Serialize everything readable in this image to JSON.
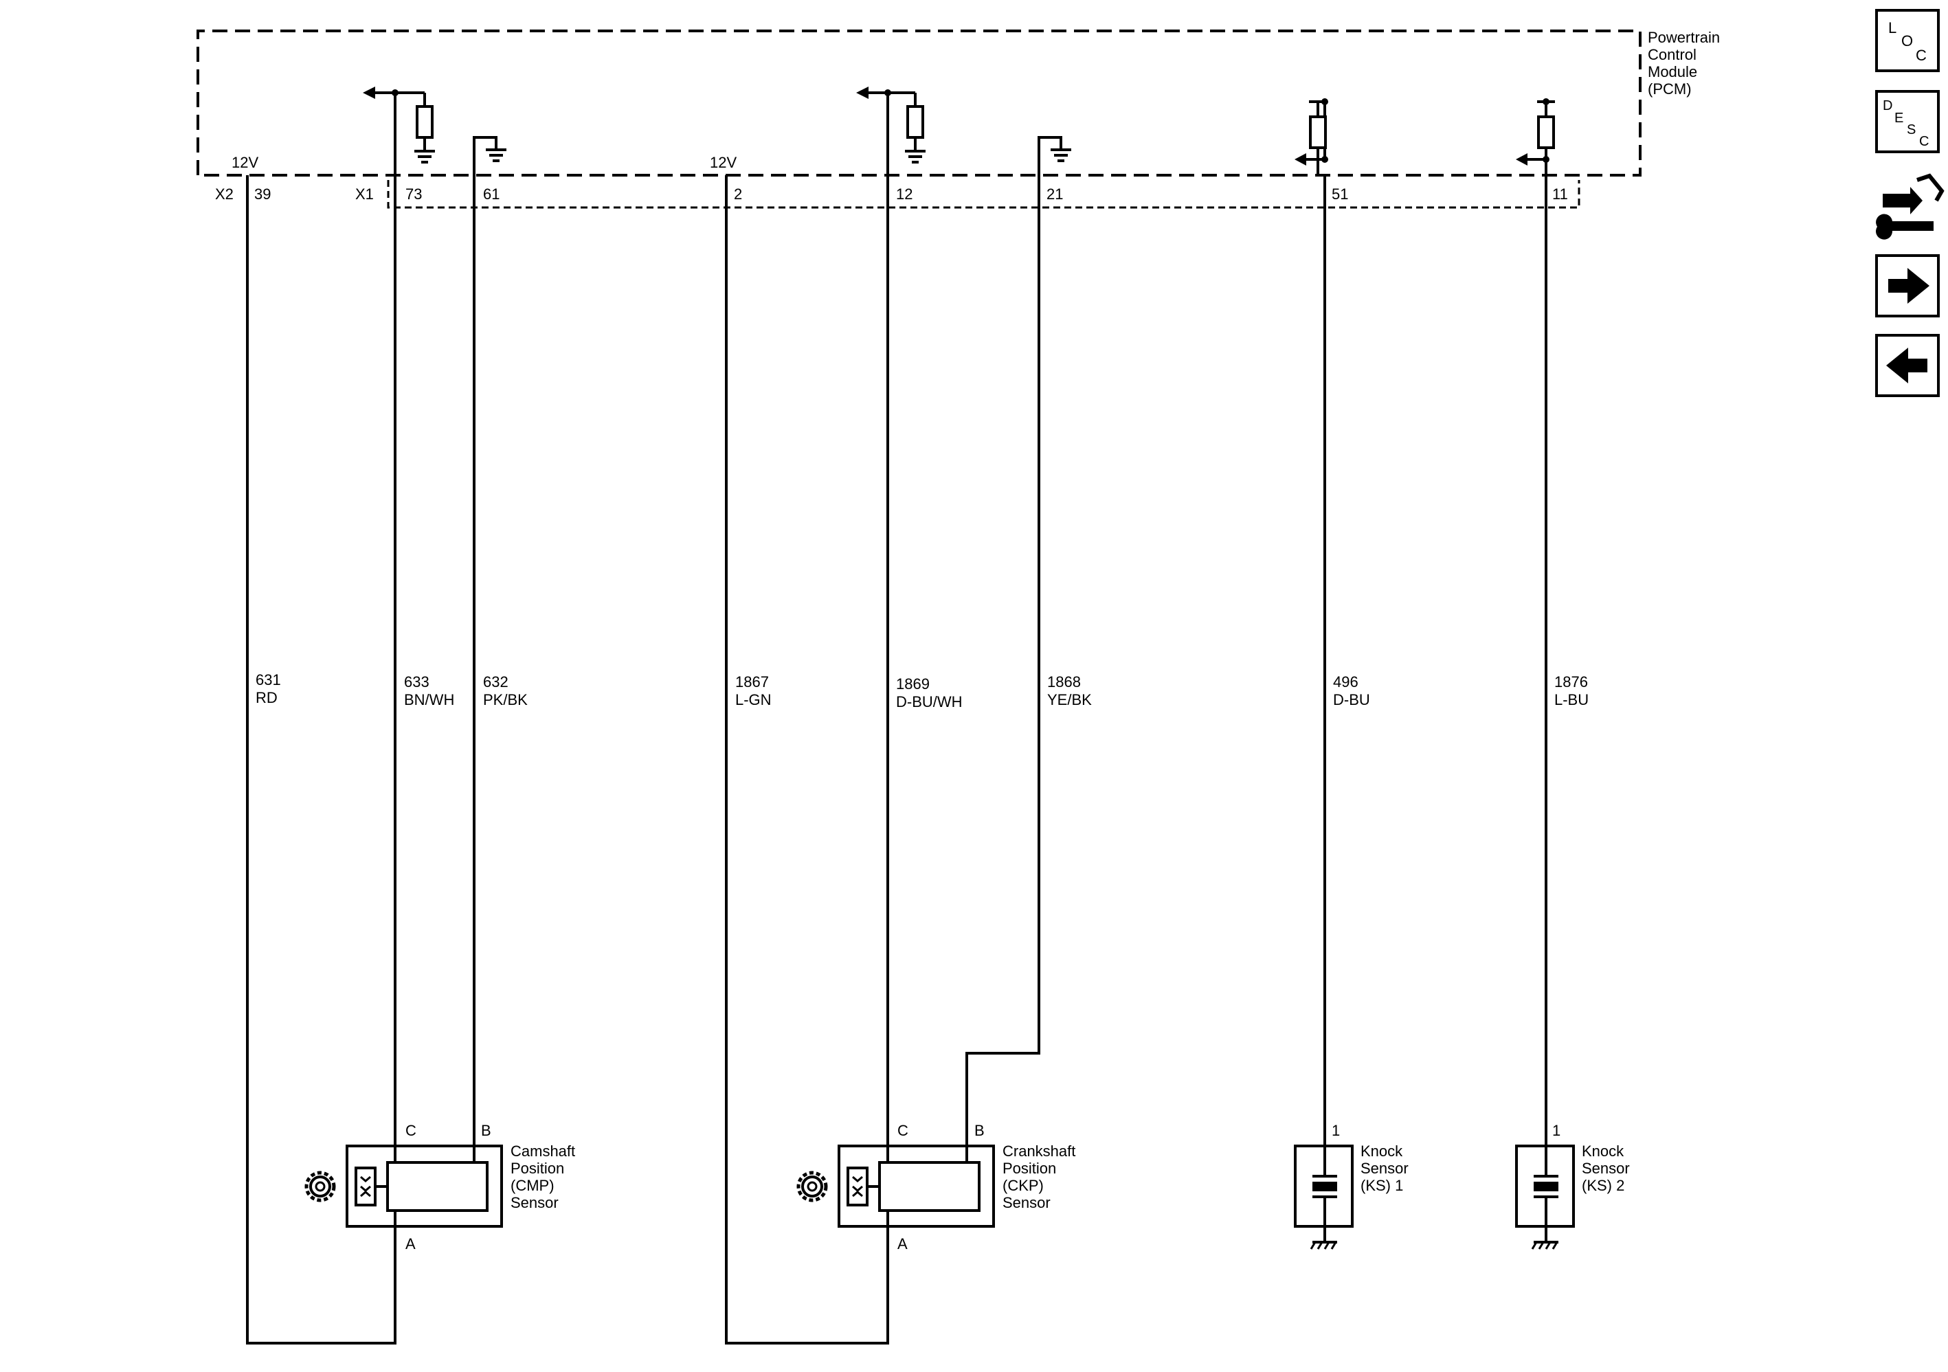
{
  "module": {
    "name_lines": [
      "Powertrain",
      "Control",
      "Module",
      "(PCM)"
    ],
    "connector_x2": "X2",
    "connector_x1": "X1",
    "voltage_39": "12V",
    "voltage_2": "12V"
  },
  "pins": {
    "p39": "39",
    "p73": "73",
    "p61": "61",
    "p2": "2",
    "p12": "12",
    "p21": "21",
    "p51": "51",
    "p11": "11"
  },
  "circuits": {
    "c631": {
      "num": "631",
      "color": "RD"
    },
    "c633": {
      "num": "633",
      "color": "BN/WH"
    },
    "c632": {
      "num": "632",
      "color": "PK/BK"
    },
    "c1867": {
      "num": "1867",
      "color": "L-GN"
    },
    "c1869": {
      "num": "1869",
      "color": "D-BU/WH"
    },
    "c1868": {
      "num": "1868",
      "color": "YE/BK"
    },
    "c496": {
      "num": "496",
      "color": "D-BU"
    },
    "c1876": {
      "num": "1876",
      "color": "L-BU"
    }
  },
  "components": {
    "cmp": {
      "lines": [
        "Camshaft",
        "Position",
        "(CMP)",
        "Sensor"
      ],
      "pin_c": "C",
      "pin_b": "B",
      "pin_a": "A"
    },
    "ckp": {
      "lines": [
        "Crankshaft",
        "Position",
        "(CKP)",
        "Sensor"
      ],
      "pin_c": "C",
      "pin_b": "B",
      "pin_a": "A"
    },
    "ks1": {
      "lines": [
        "Knock",
        "Sensor",
        "(KS) 1"
      ],
      "pin": "1"
    },
    "ks2": {
      "lines": [
        "Knock",
        "Sensor",
        "(KS) 2"
      ],
      "pin": "1"
    }
  },
  "toolbar": {
    "loc": {
      "l1": "L",
      "l2": "O",
      "l3": "C"
    },
    "desc": {
      "l1": "D",
      "l2": "E",
      "l3": "S",
      "l4": "C"
    },
    "icons": [
      "connector-tool-icon",
      "arrow-right-icon",
      "arrow-left-icon"
    ]
  }
}
